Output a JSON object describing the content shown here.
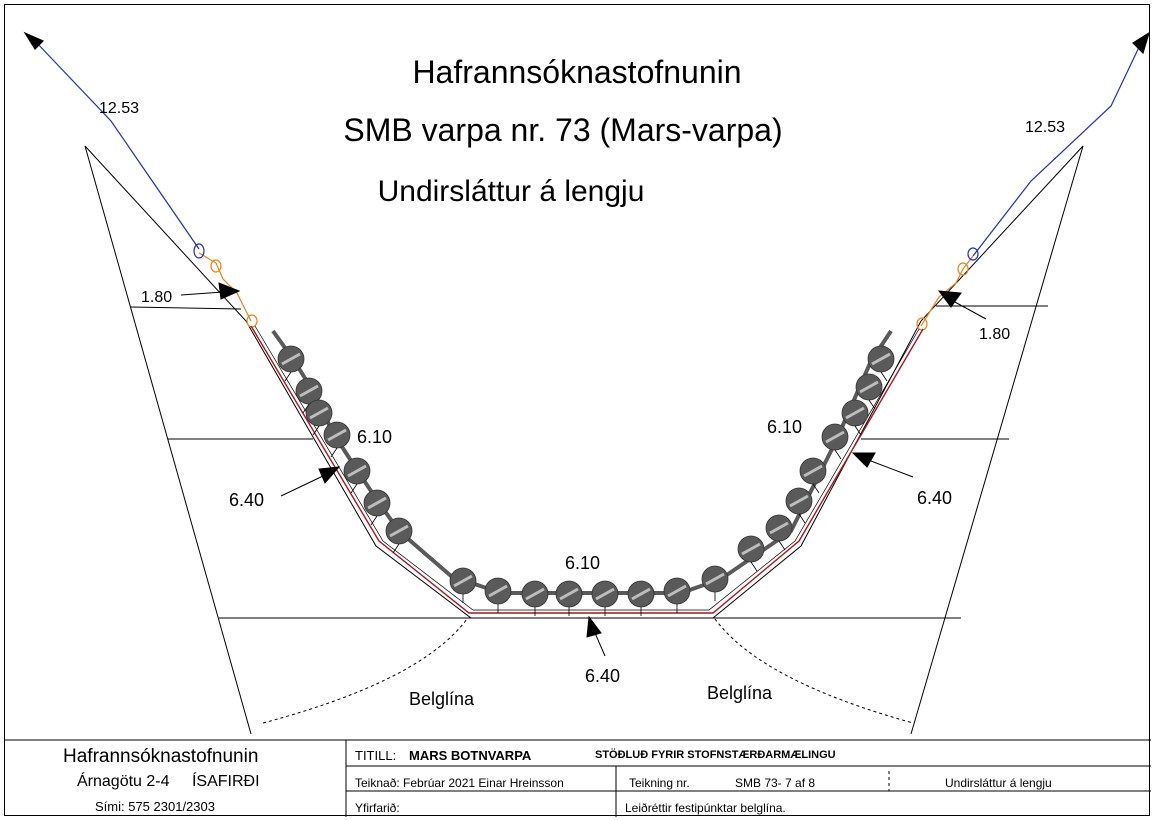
{
  "title": {
    "org": "Hafrannsóknastofnunin",
    "trawl": "SMB varpa nr. 73  (Mars-varpa)",
    "view": "Undirsláttur á lengju"
  },
  "labels": {
    "top_left": "12.53",
    "top_right": "12.53",
    "mid_left": "1.80",
    "mid_right": "1.80",
    "bob_left": "6.10",
    "bob_right": "6.10",
    "bob_bottom": "6.10",
    "rope_left": "6.40",
    "rope_right": "6.40",
    "rope_bottom": "6.40",
    "belly_left": "Belglína",
    "belly_right": "Belglína"
  },
  "titleblock": {
    "org": "Hafrannsóknastofnunin",
    "address_street": "Árnagötu 2-4",
    "address_city": "ÍSAFIRÐI",
    "phone": "Sími: 575 2301/2303",
    "title_label": "TITILL:",
    "title_value": "MARS BOTNVARPA",
    "title_desc": "STÖÐLUÐ FYRIR STOFNSTÆRÐARMÆLINGU",
    "drawn": "Teiknað: Febrúar 2021 Einar Hreinsson",
    "drawing_label": "Teikning nr.",
    "drawing_value": "SMB  73- 7 af 8",
    "drawing_name": "Undirsláttur á lengju",
    "checked": "Yfirfarið:",
    "revision": "Leiðréttir festipúnktar belglína."
  },
  "colors": {
    "line": "#000000",
    "warp": "#1f2fbf",
    "orange": "#e8841a",
    "groundrope": "#b0141e",
    "bobbin": "#5a5a5a",
    "bobbin_stripe": "#bdbdbd"
  }
}
